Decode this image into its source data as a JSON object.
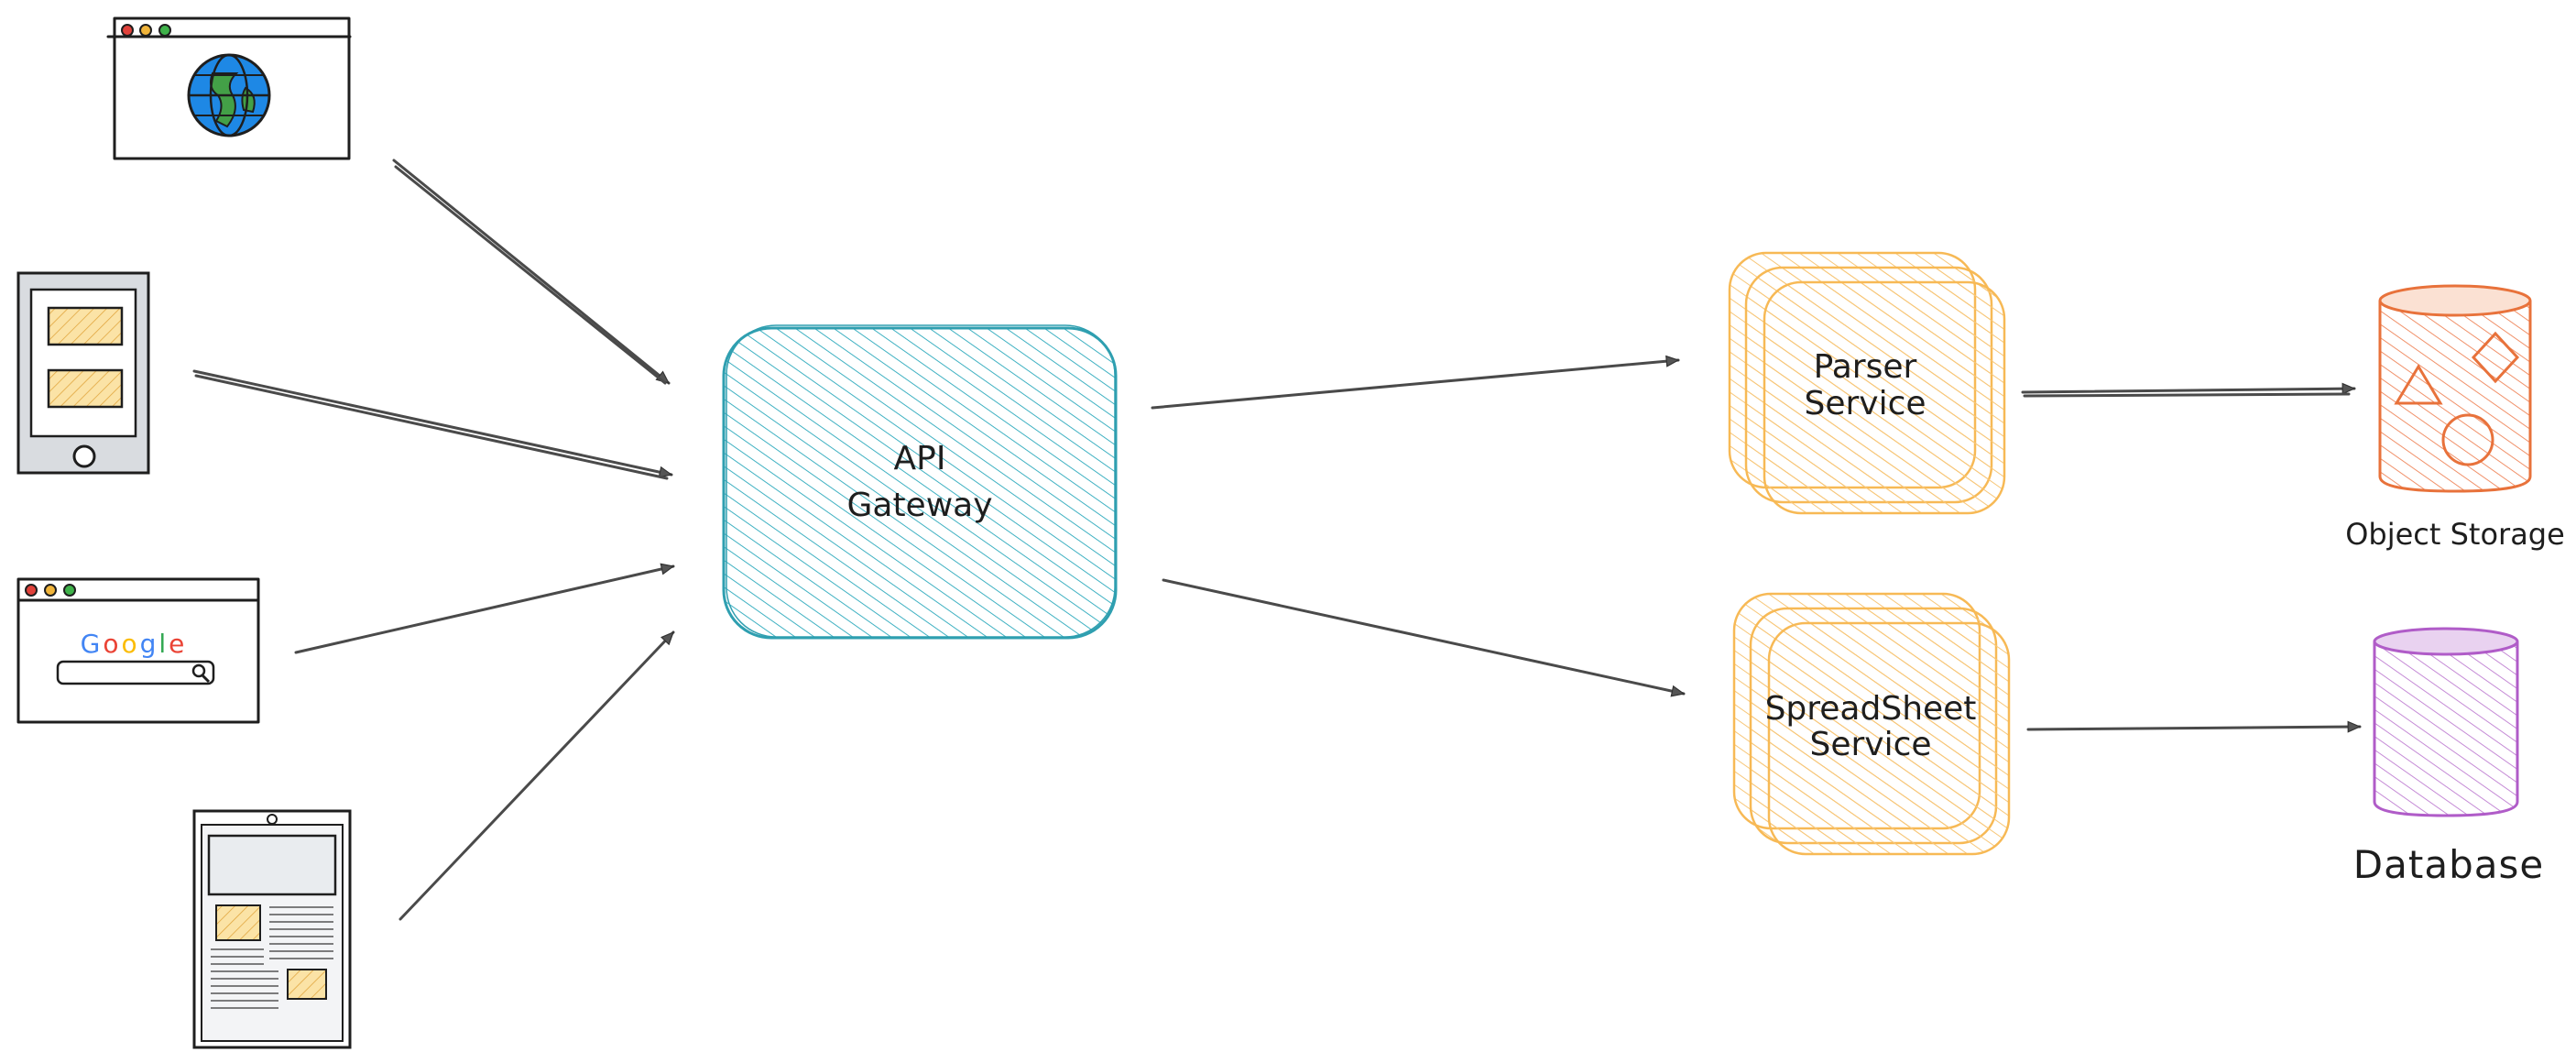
{
  "diagram": {
    "nodes": {
      "api_gateway": {
        "line1": "API",
        "line2": "Gateway"
      },
      "parser_service": {
        "line1": "Parser",
        "line2": "Service"
      },
      "spreadsheet_service": {
        "line1": "SpreadSheet",
        "line2": "Service"
      },
      "object_storage": {
        "label": "Object Storage"
      },
      "database": {
        "label": "Database"
      },
      "google_browser": {
        "logo": "Google"
      }
    },
    "colors": {
      "gateway": "#2f9fb0",
      "service": "#f7b955",
      "object_storage": "#e8723b",
      "database": "#b05cc8",
      "browser_red": "#e0413a",
      "browser_yellow": "#f0b43a",
      "browser_green": "#3fb24a",
      "globe_blue": "#1e88e5",
      "globe_green": "#43a047",
      "card_fill": "#f5d37a"
    },
    "icons": {
      "browser_globe": "browser-globe-icon",
      "mobile_phone": "mobile-phone-icon",
      "browser_google": "browser-google-icon",
      "tablet": "tablet-icon"
    }
  }
}
